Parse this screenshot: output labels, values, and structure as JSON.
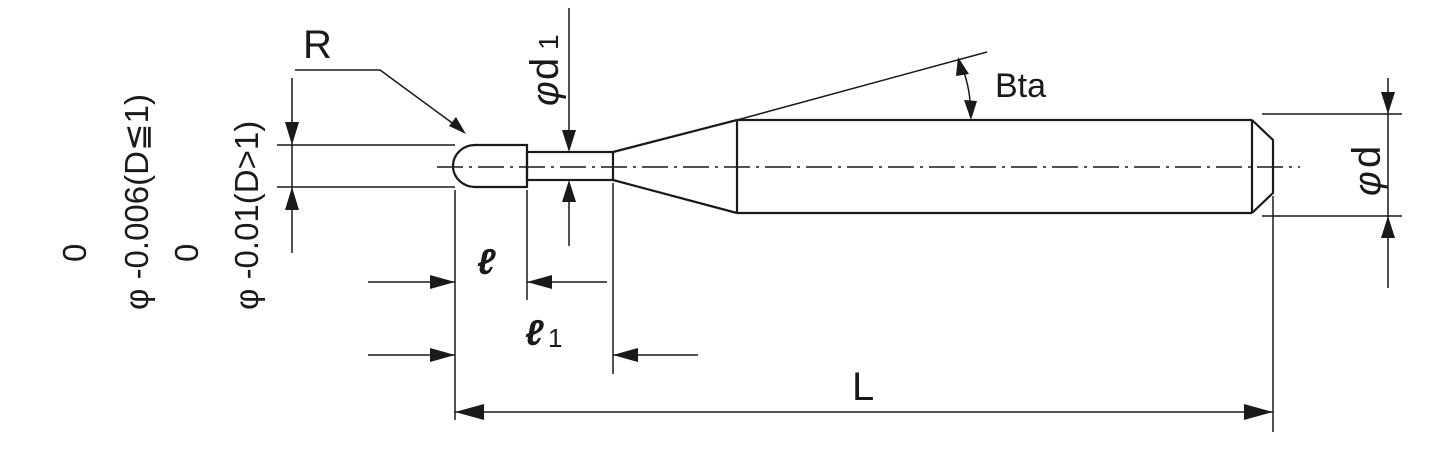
{
  "labels": {
    "radius": "R",
    "neck_dia": "d",
    "neck_dia_sub": "1",
    "neck_dia_sym": "φ",
    "taper": "Bta",
    "shank_dia": "d",
    "shank_dia_sym": "φ",
    "length_l": "ℓ",
    "length_l1": "ℓ",
    "length_l1_sub": "1",
    "overall_length": "L"
  },
  "tolerances": {
    "small_upper": "0",
    "small_lower": "φ -0.006(D≦1)",
    "large_upper": "0",
    "large_lower": "φ -0.01(D>1)"
  }
}
